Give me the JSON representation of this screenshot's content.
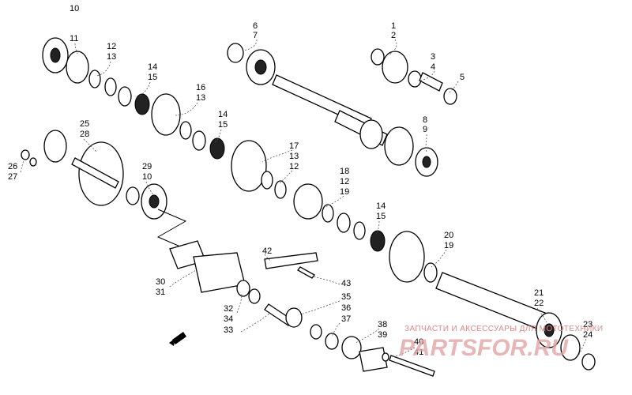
{
  "diagram": {
    "labels": [
      {
        "id": "l1",
        "text": "1"
      },
      {
        "id": "l2",
        "text": "2"
      },
      {
        "id": "l3",
        "text": "3"
      },
      {
        "id": "l4",
        "text": "4"
      },
      {
        "id": "l5",
        "text": "5"
      },
      {
        "id": "l6",
        "text": "6"
      },
      {
        "id": "l7",
        "text": "7"
      },
      {
        "id": "l8",
        "text": "8"
      },
      {
        "id": "l9",
        "text": "9"
      },
      {
        "id": "l10a",
        "text": "10"
      },
      {
        "id": "l11",
        "text": "11"
      },
      {
        "id": "l12a",
        "text": "12"
      },
      {
        "id": "l13a",
        "text": "13"
      },
      {
        "id": "l14a",
        "text": "14"
      },
      {
        "id": "l15a",
        "text": "15"
      },
      {
        "id": "l16",
        "text": "16"
      },
      {
        "id": "l13b",
        "text": "13"
      },
      {
        "id": "l14b",
        "text": "14"
      },
      {
        "id": "l15b",
        "text": "15"
      },
      {
        "id": "l17",
        "text": "17"
      },
      {
        "id": "l13c",
        "text": "13"
      },
      {
        "id": "l12b",
        "text": "12"
      },
      {
        "id": "l18",
        "text": "18"
      },
      {
        "id": "l12c",
        "text": "12"
      },
      {
        "id": "l19a",
        "text": "19"
      },
      {
        "id": "l14c",
        "text": "14"
      },
      {
        "id": "l15c",
        "text": "15"
      },
      {
        "id": "l20",
        "text": "20"
      },
      {
        "id": "l19b",
        "text": "19"
      },
      {
        "id": "l25",
        "text": "25"
      },
      {
        "id": "l28",
        "text": "28"
      },
      {
        "id": "l26",
        "text": "26"
      },
      {
        "id": "l27",
        "text": "27"
      },
      {
        "id": "l29",
        "text": "29"
      },
      {
        "id": "l10b",
        "text": "10"
      },
      {
        "id": "l42",
        "text": "42"
      },
      {
        "id": "l43",
        "text": "43"
      },
      {
        "id": "l30",
        "text": "30"
      },
      {
        "id": "l31",
        "text": "31"
      },
      {
        "id": "l32",
        "text": "32"
      },
      {
        "id": "l34",
        "text": "34"
      },
      {
        "id": "l33",
        "text": "33"
      },
      {
        "id": "l35",
        "text": "35"
      },
      {
        "id": "l36",
        "text": "36"
      },
      {
        "id": "l37",
        "text": "37"
      },
      {
        "id": "l38",
        "text": "38"
      },
      {
        "id": "l39",
        "text": "39"
      },
      {
        "id": "l40",
        "text": "40"
      },
      {
        "id": "l41",
        "text": "41"
      },
      {
        "id": "l21",
        "text": "21"
      },
      {
        "id": "l22",
        "text": "22"
      },
      {
        "id": "l23",
        "text": "23"
      },
      {
        "id": "l24",
        "text": "24"
      }
    ]
  },
  "watermark": {
    "text": "ЗАПЧАСТИ И АКСЕССУАРЫ ДЛЯ МОТОТЕХНИКИ",
    "logo": "PARTSFOR.RU",
    "color": "#d98a8a"
  }
}
